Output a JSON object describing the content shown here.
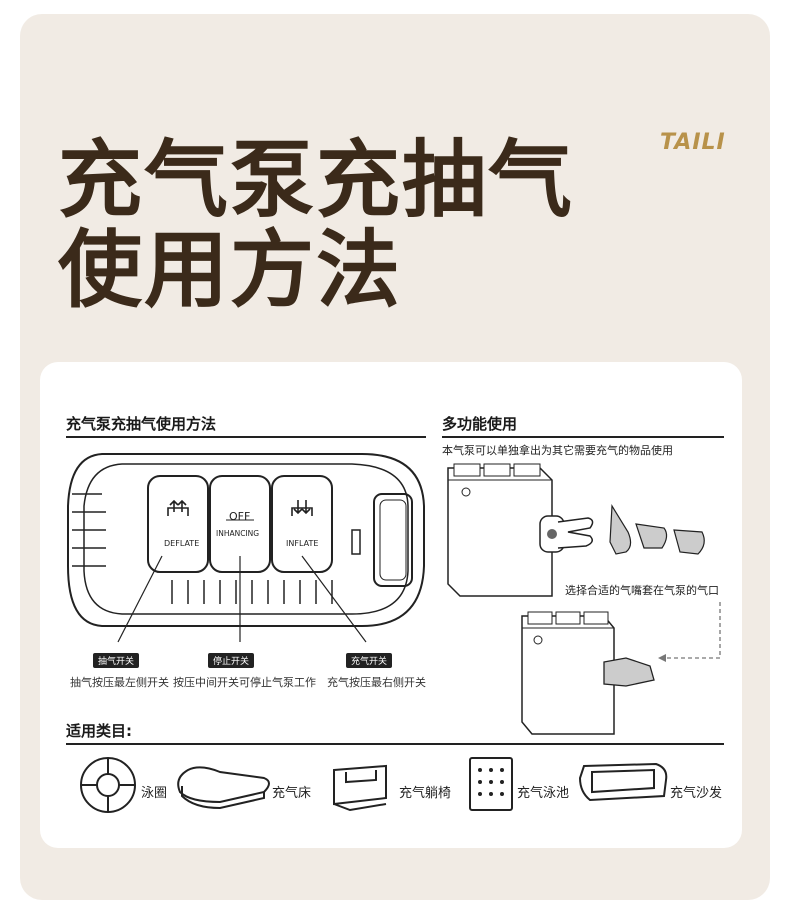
{
  "brand": "TAILI",
  "headline": {
    "line1": "充气泵充抽气",
    "line2": "使用方法"
  },
  "left_section": {
    "title": "充气泵充抽气使用方法",
    "buttons": [
      {
        "icon": "deflate-icon",
        "label": "DEFLATE"
      },
      {
        "top": "OFF",
        "label": "INHANCING"
      },
      {
        "icon": "inflate-icon",
        "label": "INFLATE"
      }
    ],
    "callouts": [
      {
        "tag": "抽气开关",
        "caption": "抽气按压最左侧开关"
      },
      {
        "tag": "停止开关",
        "caption": "按压中间开关可停止气泵工作"
      },
      {
        "tag": "充气开关",
        "caption": "充气按压最右侧开关"
      }
    ]
  },
  "right_section": {
    "title": "多功能使用",
    "desc": "本气泵可以单独拿出为其它需要充气的物品使用",
    "step2": "选择合适的气嘴套在气泵的气口"
  },
  "applicable": {
    "title": "适用类目:",
    "items": [
      {
        "icon": "swim-ring-icon",
        "label": "泳圈"
      },
      {
        "icon": "air-bed-icon",
        "label": "充气床"
      },
      {
        "icon": "lounge-chair-icon",
        "label": "充气躺椅"
      },
      {
        "icon": "pool-icon",
        "label": "充气泳池"
      },
      {
        "icon": "sofa-icon",
        "label": "充气沙发"
      }
    ]
  }
}
